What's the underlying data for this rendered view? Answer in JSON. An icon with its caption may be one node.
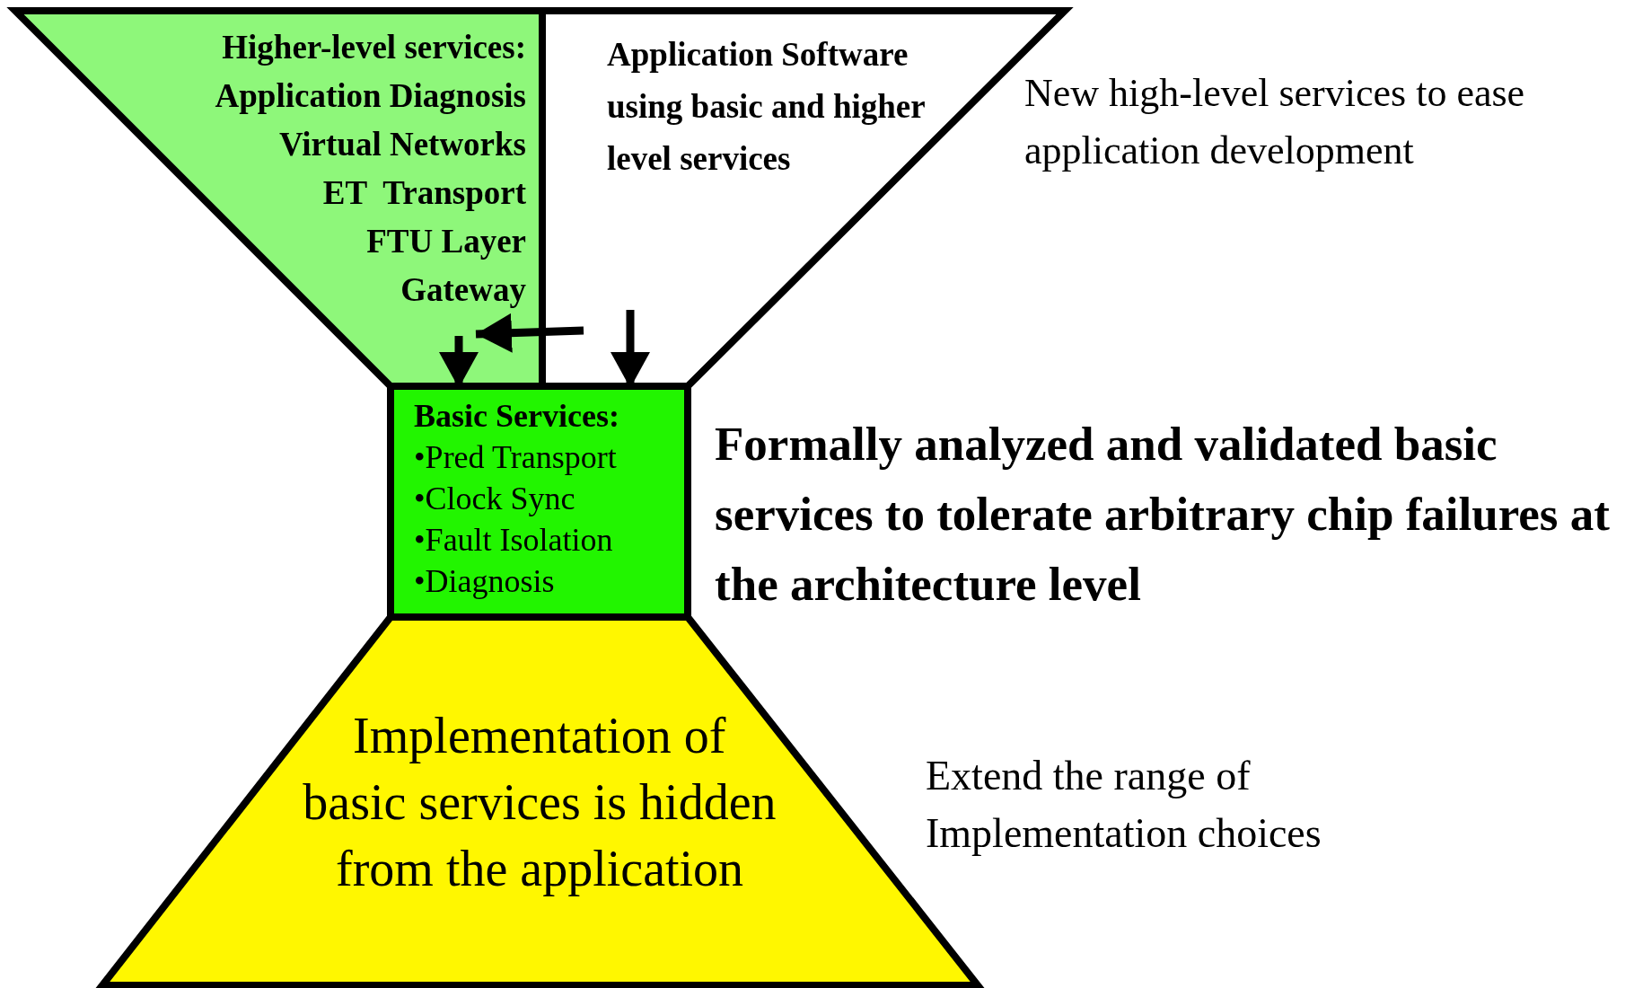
{
  "diagram": {
    "nodes": [
      {
        "text": [
          "Higher-level services:",
          "Application Diagnosis",
          "Virtual Networks",
          "ET  Transport",
          "FTU Layer",
          "Gateway"
        ]
      },
      {
        "text": [
          "Application Software using basic and higher level services"
        ]
      },
      {
        "text": [
          "Basic Services:",
          "•Pred Transport",
          "•Clock Sync",
          "•Fault Isolation",
          "•Diagnosis"
        ]
      },
      {
        "text": [
          "Implementation of basic services is hidden from the application"
        ]
      }
    ],
    "edges": [
      {
        "from": 1,
        "to": 0,
        "arrow": "to"
      },
      {
        "from": 0,
        "to": 2,
        "arrow": "to"
      },
      {
        "from": 1,
        "to": 2,
        "arrow": "to"
      }
    ],
    "labels": [
      "New high-level services to ease application development",
      "Formally analyzed and validated basic services to tolerate arbitrary chip failures at the architecture level",
      "Extend the range of Implementation choices"
    ]
  }
}
